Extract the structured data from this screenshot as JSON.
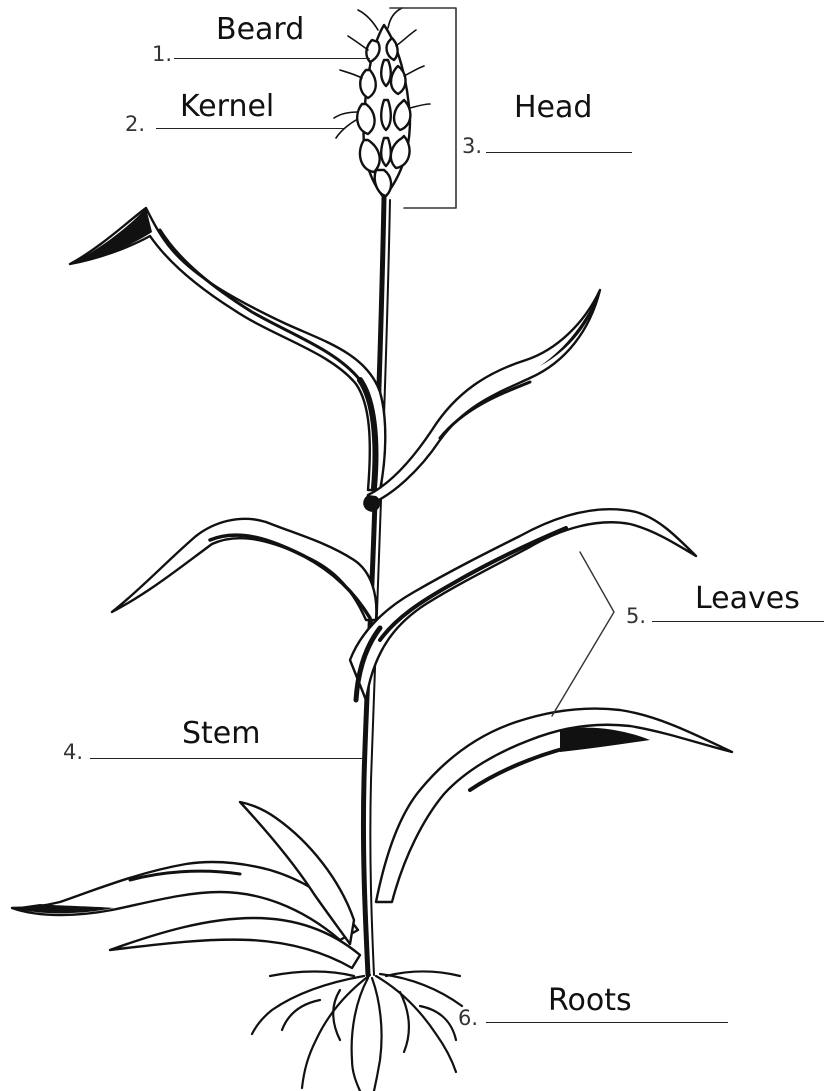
{
  "diagram": {
    "labels": [
      {
        "number": "1.",
        "text": "Beard"
      },
      {
        "number": "2.",
        "text": "Kernel"
      },
      {
        "number": "3.",
        "text": "Head"
      },
      {
        "number": "4.",
        "text": "Stem"
      },
      {
        "number": "5.",
        "text": "Leaves"
      },
      {
        "number": "6.",
        "text": "Roots"
      }
    ]
  },
  "colors": {
    "ink": "#111111",
    "paper": "#ffffff"
  }
}
